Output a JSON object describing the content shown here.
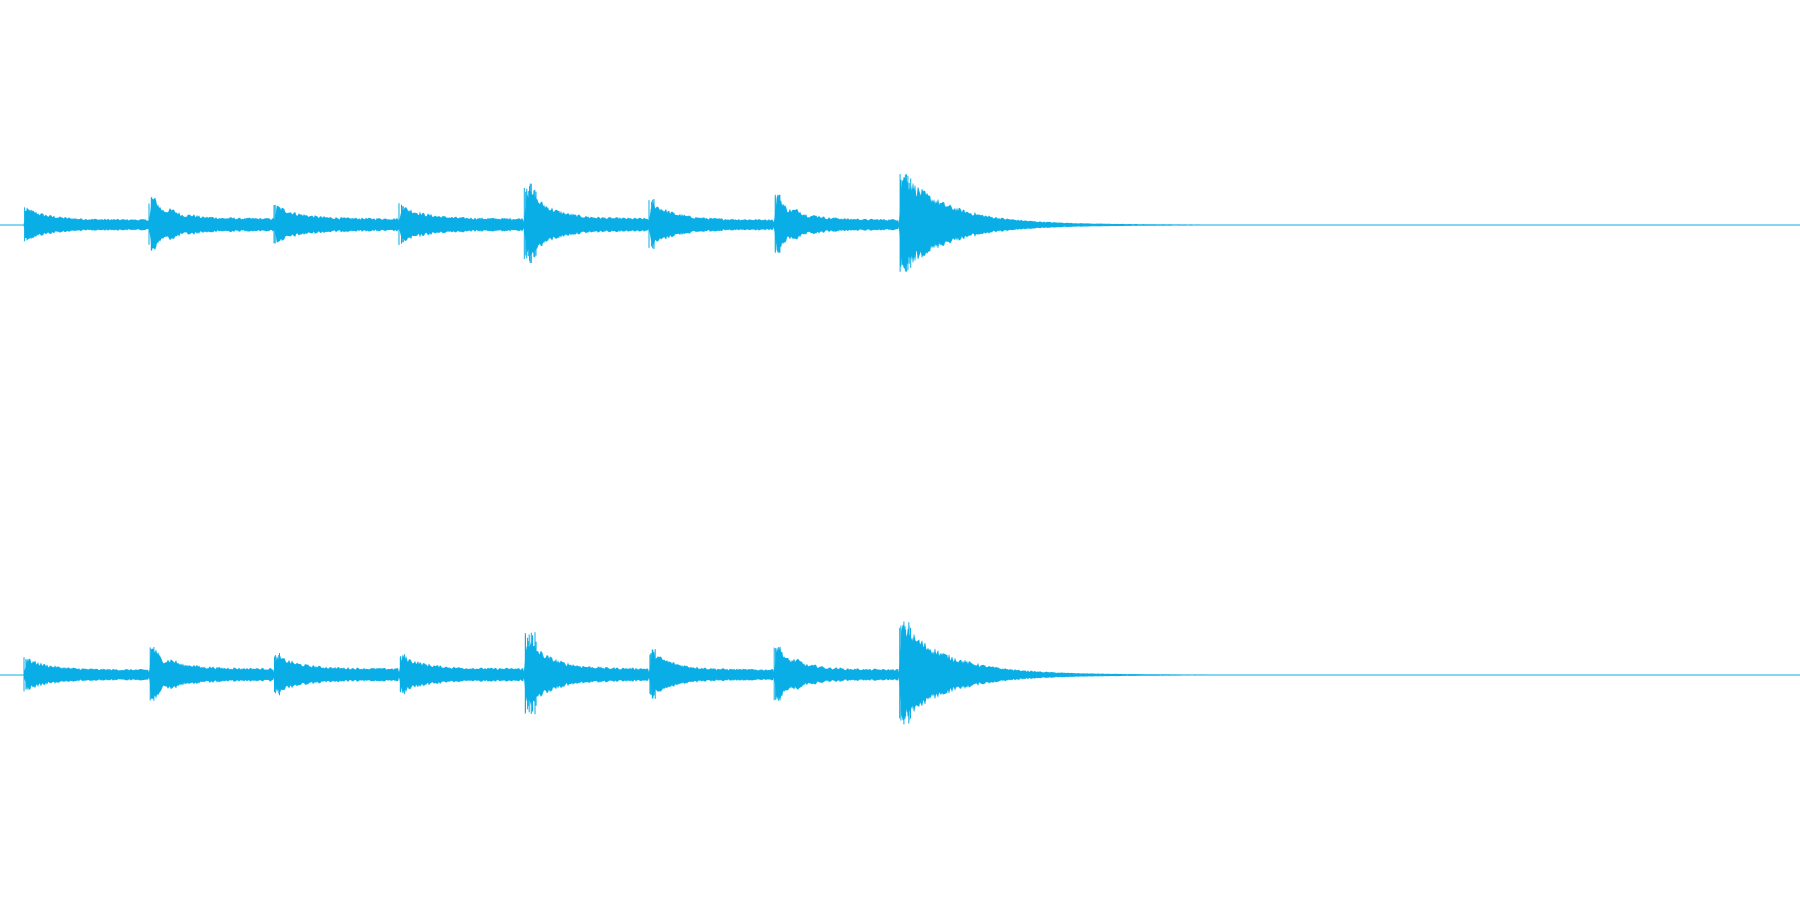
{
  "waveform": {
    "color": "#0aaee6",
    "background": "#ffffff",
    "channels": [
      {
        "name": "",
        "onsets": [
          {
            "t": 0.0,
            "peak": 0.34,
            "tail": 0.1
          },
          {
            "t": 1.0,
            "peak": 0.52,
            "tail": 0.12
          },
          {
            "t": 2.0,
            "peak": 0.4,
            "tail": 0.12
          },
          {
            "t": 3.0,
            "peak": 0.4,
            "tail": 0.12
          },
          {
            "t": 4.0,
            "peak": 0.78,
            "tail": 0.12
          },
          {
            "t": 5.0,
            "peak": 0.48,
            "tail": 0.1
          },
          {
            "t": 6.0,
            "peak": 0.55,
            "tail": 0.1
          },
          {
            "t": 7.0,
            "peak": 1.0,
            "tail": 0.0
          }
        ]
      },
      {
        "name": "",
        "onsets": [
          {
            "t": 0.0,
            "peak": 0.34,
            "tail": 0.1
          },
          {
            "t": 1.0,
            "peak": 0.52,
            "tail": 0.12
          },
          {
            "t": 2.0,
            "peak": 0.4,
            "tail": 0.12
          },
          {
            "t": 3.0,
            "peak": 0.4,
            "tail": 0.12
          },
          {
            "t": 4.0,
            "peak": 0.78,
            "tail": 0.12
          },
          {
            "t": 5.0,
            "peak": 0.48,
            "tail": 0.1
          },
          {
            "t": 6.0,
            "peak": 0.55,
            "tail": 0.1
          },
          {
            "t": 7.0,
            "peak": 0.98,
            "tail": 0.0
          }
        ]
      }
    ],
    "duration_units": 14.3
  }
}
